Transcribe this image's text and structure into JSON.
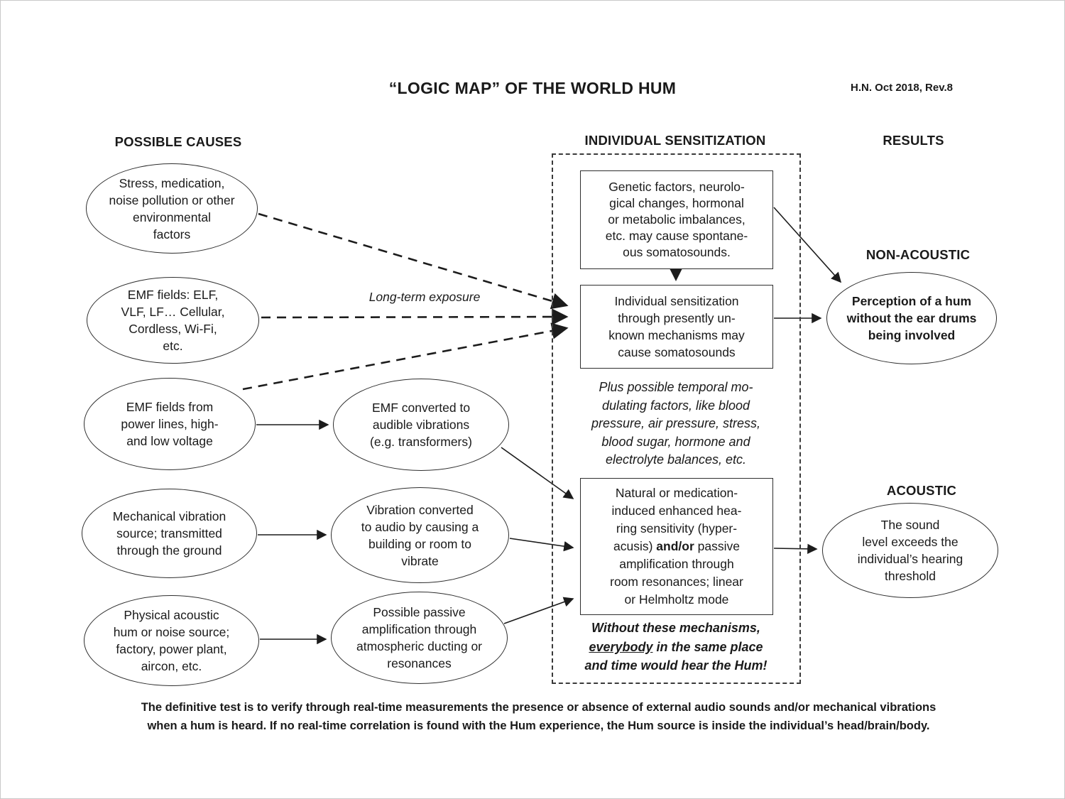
{
  "title": "“LOGIC MAP” OF THE WORLD HUM",
  "revision": "H.N. Oct 2018, Rev.8",
  "colors": {
    "ink": "#1a1a1a",
    "background": "#ffffff"
  },
  "columns": {
    "causes": "POSSIBLE CAUSES",
    "sensitization": "INDIVIDUAL SENSITIZATION",
    "results": "RESULTS"
  },
  "causes": [
    {
      "id": "stress",
      "lines": [
        "Stress, medication,",
        "noise pollution or other",
        "environmental",
        "factors"
      ]
    },
    {
      "id": "emf-fields",
      "lines": [
        "EMF fields: ELF,",
        "VLF, LF… Cellular,",
        "Cordless, Wi-Fi,",
        "etc."
      ]
    },
    {
      "id": "emf-power-lines",
      "lines": [
        "EMF fields from",
        "power lines, high-",
        "and low voltage"
      ]
    },
    {
      "id": "mechanical-vibration",
      "lines": [
        "Mechanical vibration",
        "source; transmitted",
        "through the ground"
      ]
    },
    {
      "id": "physical-acoustic",
      "lines": [
        "Physical acoustic",
        "hum or noise source;",
        "factory, power plant,",
        "aircon, etc."
      ]
    }
  ],
  "intermediate": [
    {
      "id": "emf-converted",
      "lines": [
        "EMF converted to",
        "audible vibrations",
        "(e.g. transformers)"
      ]
    },
    {
      "id": "vibration-converted",
      "lines": [
        "Vibration converted",
        "to audio by causing a",
        "building or room to",
        "vibrate"
      ]
    },
    {
      "id": "passive-amplification",
      "lines": [
        "Possible passive",
        "amplification through",
        "atmospheric ducting or",
        "resonances"
      ]
    }
  ],
  "long_term_exposure": "Long-term exposure",
  "sensitization": {
    "genetic_box": {
      "lines": [
        "Genetic factors, neurolo-",
        "gical changes, hormonal",
        "or metabolic imbalances,",
        "etc. may cause spontane-",
        "ous somatosounds."
      ]
    },
    "individual_box": {
      "lines": [
        "Individual sensitization",
        "through presently un-",
        "known mechanisms may",
        "cause somatosounds"
      ]
    },
    "modulating_note": {
      "lines": [
        "Plus possible temporal mo-",
        "dulating factors, like blood",
        "pressure, air pressure, stress,",
        "blood sugar, hormone and",
        "electrolyte balances, etc."
      ]
    },
    "hyperacusis_box": {
      "lines_before": [
        "Natural or medication-",
        "induced enhanced hea-",
        "ring sensitivity (hyper-"
      ],
      "bold_line_pre": "acusis) ",
      "bold_line_bold": "and/or",
      "bold_line_post": " passive",
      "lines_after": [
        "amplification through",
        "room resonances; linear",
        "or Helmholtz mode"
      ]
    },
    "without_note": {
      "line1": "Without these mechanisms,",
      "line2_underlined": "everybody",
      "line2_rest": " in the same place",
      "line3": "and time would hear the Hum!"
    }
  },
  "results": {
    "non_acoustic_label": "NON-ACOUSTIC",
    "non_acoustic_lines": [
      "Perception of a hum",
      "without the ear drums",
      "being involved"
    ],
    "acoustic_label": "ACOUSTIC",
    "acoustic_lines": [
      "The sound",
      "level exceeds the",
      "individual’s hearing",
      "threshold"
    ]
  },
  "footer_lines": [
    "The definitive test is to verify through real-time measurements the presence or absence of external audio sounds and/or mechanical vibrations",
    "when a hum is heard. If no real-time correlation is found with the Hum experience, the Hum source is inside the individual’s head/brain/body."
  ]
}
